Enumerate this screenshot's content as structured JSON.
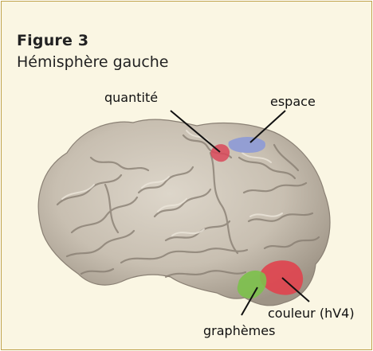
{
  "figure": {
    "title": "Figure 3",
    "subtitle": "Hémisphère gauche"
  },
  "labels": {
    "quantity": "quantité",
    "space": "espace",
    "color": "couleur (hV4)",
    "graphemes": "graphèmes"
  },
  "colors": {
    "panel_background": "#faf6e3",
    "panel_border": "#bfa24a",
    "brain_surface": "#c9c0b2",
    "quantity_region": "#d9495a",
    "space_region": "#8d9ad6",
    "color_region": "#e0434e",
    "grapheme_region": "#7cc14b"
  }
}
